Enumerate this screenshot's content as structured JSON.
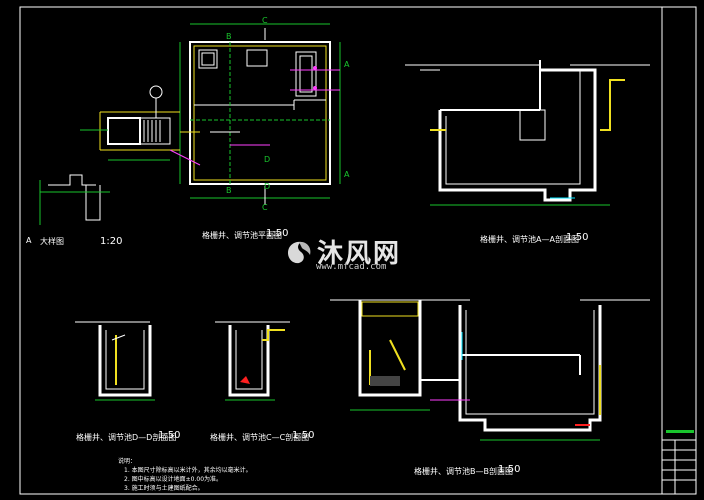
{
  "watermark": {
    "brand": "沐风网",
    "url": "www.mfcad.com",
    "icon": "mfcad-logo-icon"
  },
  "views": {
    "detail_title": "大样图",
    "detail_marker": "A",
    "detail_scale": "1:20",
    "plan_title": "格栅井、调节池平面图",
    "plan_scale": "1:50",
    "section_aa_title": "格栅井、调节池A—A剖面图",
    "section_aa_scale": "1:50",
    "section_dd_title": "格栅井、调节池D—D剖面图",
    "section_dd_scale": "1:50",
    "section_cc_title": "格栅井、调节池C—C剖面图",
    "section_cc_scale": "1:50",
    "section_bb_title": "格栅井、调节池B—B剖面图",
    "section_bb_scale": "1:50"
  },
  "notes": {
    "heading": "说明：",
    "lines": [
      "1. 本图尺寸除标高以米计外，其余均以毫米计。",
      "2. 图中标高以设计地面±0.00为准。",
      "3. 施工时须与土建图纸配合。"
    ]
  },
  "section_markers": [
    "A",
    "A",
    "B",
    "B",
    "C",
    "C",
    "D",
    "D"
  ],
  "colors": {
    "background": "#000000",
    "walls": "#ffffff",
    "dims": "#19c52d",
    "pipes": "#f0e020",
    "labels": "#ff40ff",
    "accent_red": "#ff2020",
    "cyan": "#00e5ff"
  }
}
